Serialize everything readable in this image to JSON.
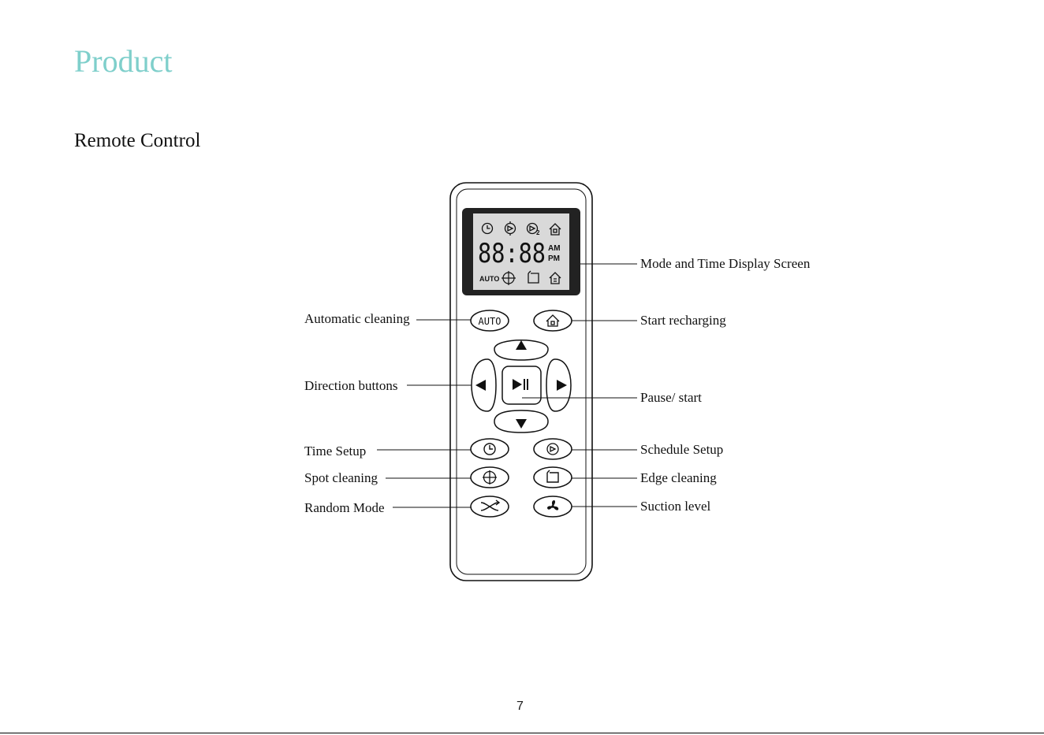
{
  "header": {
    "title": "Product",
    "subtitle": "Remote Control"
  },
  "display": {
    "digits": "88:88",
    "am": "AM",
    "pm": "PM",
    "auto": "AUTO"
  },
  "buttons": {
    "auto_label": "AUTO"
  },
  "callouts": {
    "display_screen": "Mode and Time Display Screen",
    "automatic_cleaning": "Automatic cleaning",
    "start_recharging": "Start recharging",
    "direction_buttons": "Direction buttons",
    "pause_start": "Pause/ start",
    "time_setup": "Time Setup",
    "schedule_setup": "Schedule Setup",
    "spot_cleaning": "Spot cleaning",
    "edge_cleaning": "Edge cleaning",
    "random_mode": "Random Mode",
    "suction_level": "Suction level"
  },
  "footer": {
    "page_number": "7"
  },
  "icons": [
    "clock-icon",
    "schedule-icon",
    "schedule-2-icon",
    "home-icon",
    "spot-icon",
    "edge-icon",
    "dock-icon",
    "random-icon",
    "fan-icon",
    "play-pause-icon",
    "arrow-up-icon",
    "arrow-down-icon",
    "arrow-left-icon",
    "arrow-right-icon"
  ],
  "colors": {
    "title": "#7fcfcb",
    "text": "#111111",
    "lcd_frame": "#222222",
    "lcd_screen": "#d9d9d9"
  }
}
